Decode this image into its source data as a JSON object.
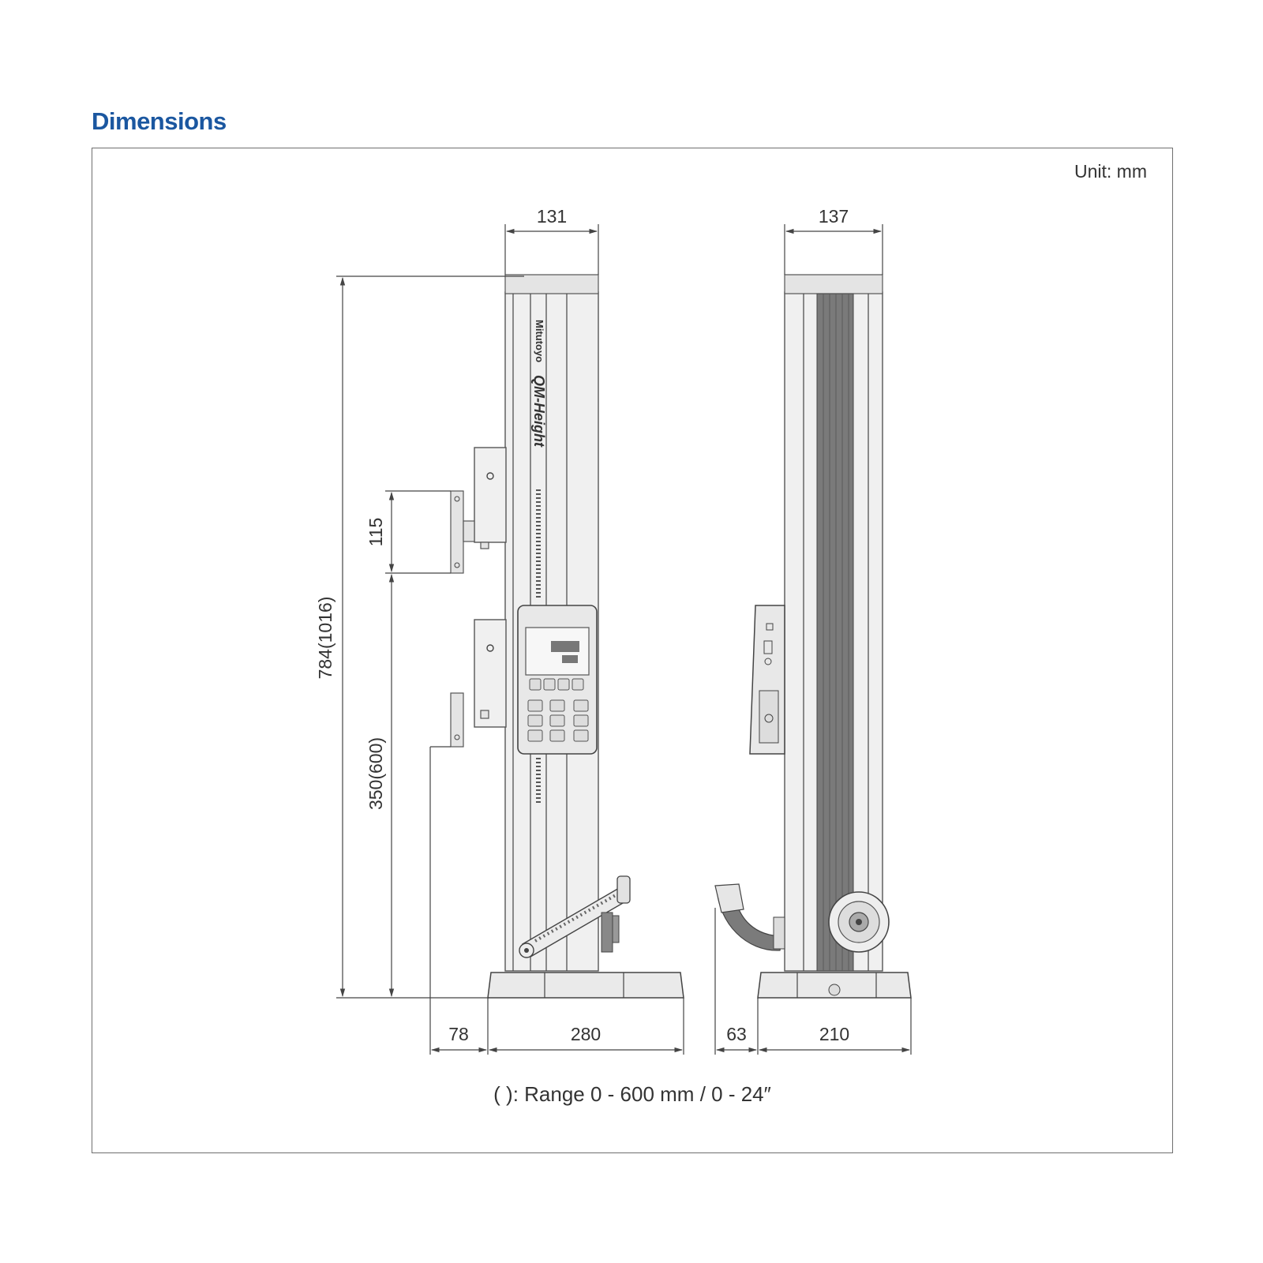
{
  "title": "Dimensions",
  "unit_label": "Unit: mm",
  "note": "( ): Range 0 - 600 mm / 0 - 24″",
  "dimensions": {
    "front_width": "131",
    "side_width": "137",
    "total_height": "784(1016)",
    "bracket_spacing": "115",
    "lower_height": "350(600)",
    "base_overhang_front": "78",
    "base_length_front": "280",
    "base_overhang_side": "63",
    "base_length_side": "210"
  },
  "labels": {
    "brand": "Mitutoyo",
    "model": "QM-Height"
  }
}
